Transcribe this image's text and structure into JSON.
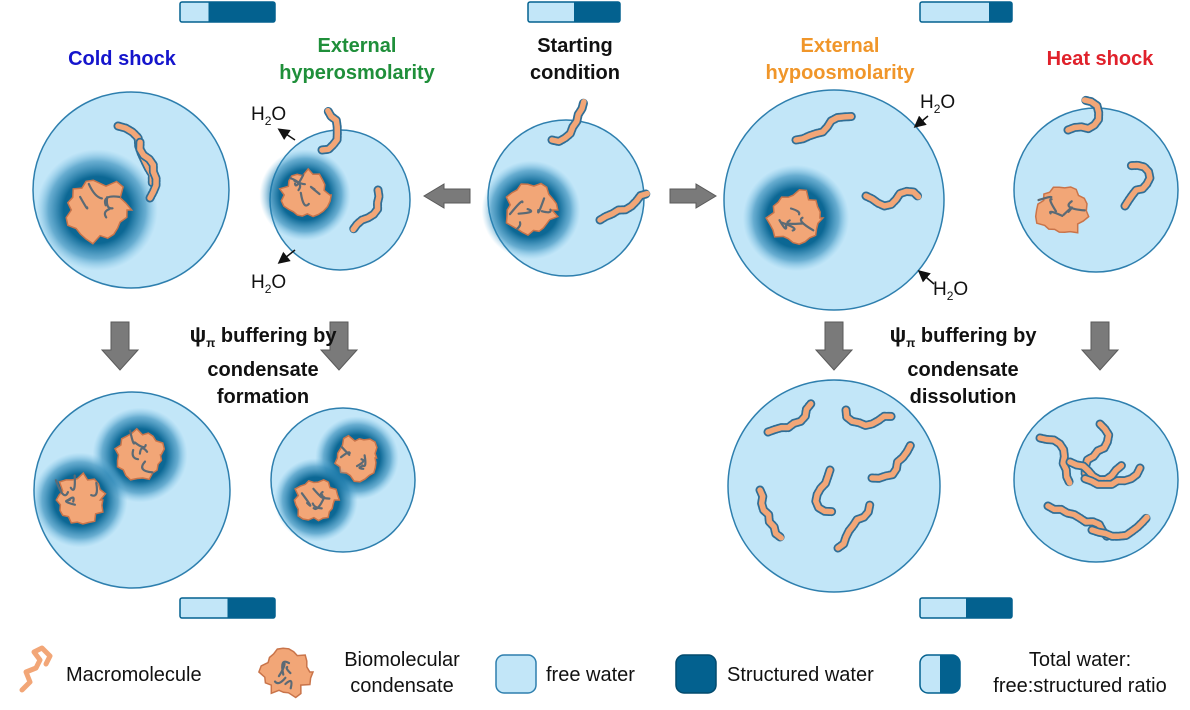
{
  "titles": {
    "cold_shock": "Cold shock",
    "hyperosmolarity": [
      "External",
      "hyperosmolarity"
    ],
    "starting": [
      "Starting",
      "condition"
    ],
    "hypoosmolarity": [
      "External",
      "hypoosmolarity"
    ],
    "heat_shock": "Heat shock"
  },
  "water": {
    "h2o_main": "H",
    "h2o_sub": "2",
    "h2o_tail": "O"
  },
  "buffering": {
    "psi": "ψ",
    "psi_sub": "π",
    "formation": [
      "buffering by",
      "condensate",
      "formation"
    ],
    "dissolution": [
      "buffering by",
      "condensate",
      "dissolution"
    ]
  },
  "legend": {
    "macromolecule": "Macromolecule",
    "condensate": [
      "Biomolecular",
      "condensate"
    ],
    "free_water": "free water",
    "structured_water": "Structured water",
    "total_water": [
      "Total water:",
      "free:structured ratio"
    ]
  },
  "colors": {
    "cold": "#1515cc",
    "hyper": "#1f8f3a",
    "starting": "#111111",
    "hypo": "#f0962a",
    "heat": "#e0212b",
    "free_water": "#c2e6f8",
    "structured_water": "#03618f",
    "macromolecule": "#f2a677",
    "gray_arrow": "#7a7a7a"
  },
  "ratio_bars": {
    "cold_top": 0.3,
    "start_top": 0.5,
    "hypo_top": 0.75,
    "cold_bottom": 0.5,
    "hypo_bottom": 0.5
  }
}
